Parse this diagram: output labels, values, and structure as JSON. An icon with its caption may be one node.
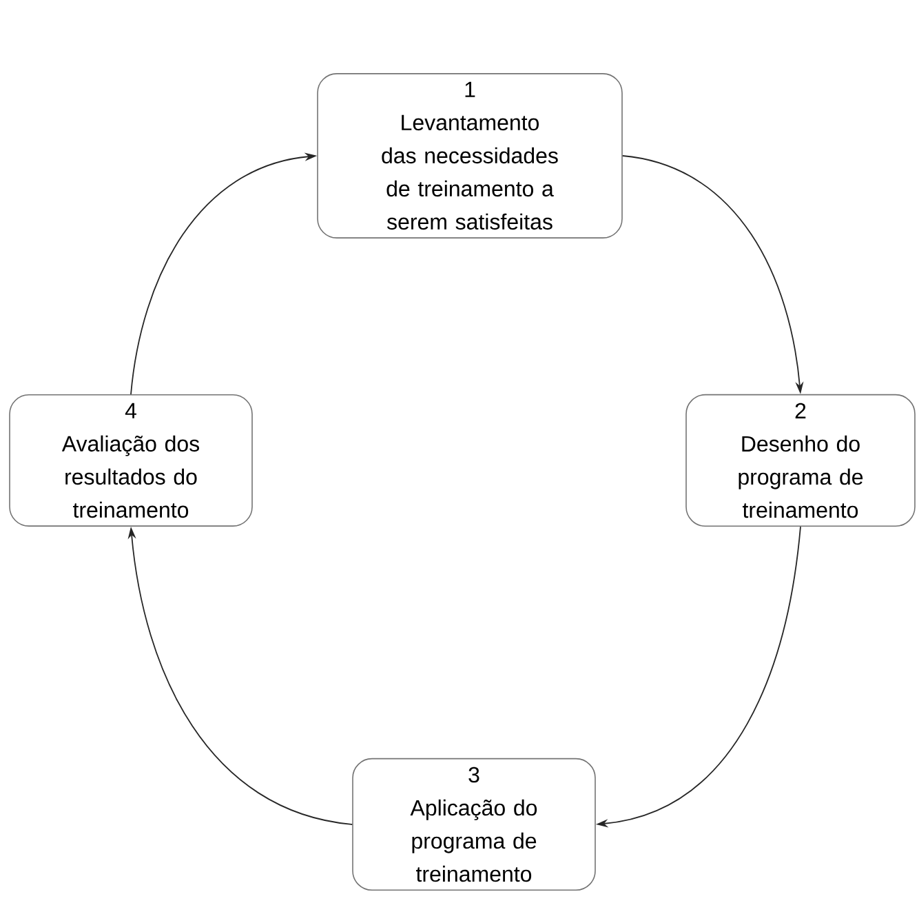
{
  "diagram": {
    "nodes": [
      {
        "text": [
          "1",
          "Levantamento das necessidades de treinamento a serem satisfeitas"
        ]
      },
      {
        "text": [
          "2",
          "Desenho do programa de treinamento"
        ]
      },
      {
        "text": [
          "3",
          "Aplicação do programa de treinamento"
        ]
      },
      {
        "text": [
          "4",
          "Avaliação dos resultados do treinamento"
        ]
      }
    ],
    "edges": [
      {
        "from": 0,
        "to": 1,
        "arrow": "to"
      },
      {
        "from": 1,
        "to": 2,
        "arrow": "to"
      },
      {
        "from": 2,
        "to": 3,
        "arrow": "to"
      },
      {
        "from": 3,
        "to": 0,
        "arrow": "to"
      }
    ]
  }
}
